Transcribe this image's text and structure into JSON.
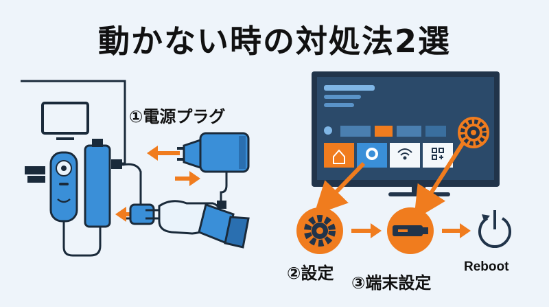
{
  "title": "動かない時の対処法2選",
  "steps": {
    "power_plug": "①電源プラグ",
    "settings": "②設定",
    "device_settings": "③端末設定",
    "reboot": "Reboot"
  },
  "colors": {
    "accent_orange": "#f07c1e",
    "device_blue": "#3a8fd8",
    "tv_dark": "#21344a",
    "line_dark": "#1a2a3a",
    "background": "#eef4fa"
  },
  "icons": [
    "tv-icon",
    "fire-stick-icon",
    "remote-icon",
    "power-adapter-icon",
    "hand-icon",
    "gear-icon",
    "home-icon",
    "wifi-icon",
    "apps-icon",
    "reboot-icon",
    "arrow-icon"
  ]
}
